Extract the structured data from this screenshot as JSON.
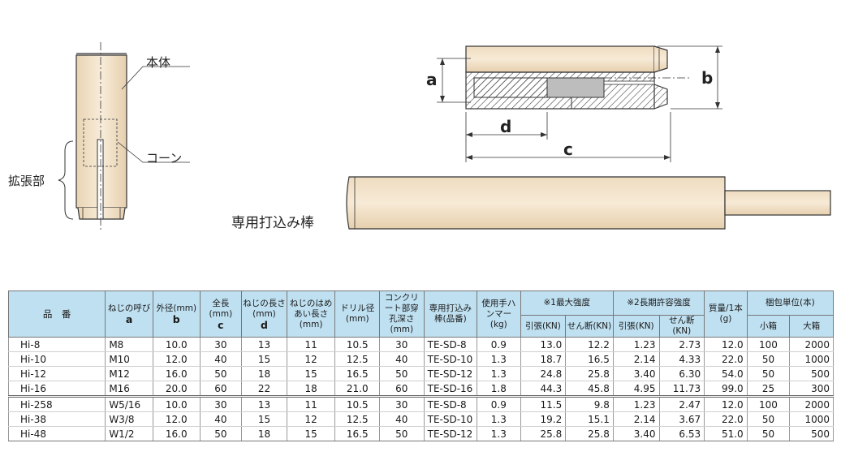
{
  "diagram": {
    "labels": {
      "body": "本体",
      "cone": "コーン",
      "expansion": "拡張部",
      "rod": "専用打込み棒"
    },
    "dims": {
      "a": "a",
      "b": "b",
      "c": "c",
      "d": "d"
    }
  },
  "table": {
    "headers": {
      "product": "品　番",
      "thread_name": "ねじの呼び",
      "thread_sym": "a",
      "outer_dia": "外径(mm)",
      "outer_sym": "b",
      "length": "全長(mm)",
      "length_sym": "c",
      "thread_len": "ねじの長さ(mm)",
      "thread_len_sym": "d",
      "engage": "ねじのはめあい長さ(mm)",
      "drill": "ドリル径(mm)",
      "depth": "コンクリート部穿孔深さ(mm)",
      "rod": "専用打込み棒(品番)",
      "hammer": "使用手ハンマー(kg)",
      "max_strength": "※1最大強度",
      "allow_strength": "※2長期許容強度",
      "tension": "引張(KN)",
      "shear": "せん断(KN)",
      "weight": "質量/1本(g)",
      "pack": "梱包単位(本)",
      "small": "小箱",
      "large": "大箱"
    },
    "rows": [
      {
        "name": "Hi-8",
        "thread": "M8",
        "b": "10.0",
        "c": "30",
        "d": "13",
        "engage": "11",
        "drill": "10.5",
        "depth": "30",
        "rod": "TE-SD-8",
        "hammer": "0.9",
        "max_t": "13.0",
        "max_s": "12.2",
        "al_t": "1.23",
        "al_s": "2.73",
        "weight": "12.0",
        "small": "100",
        "large": "2000"
      },
      {
        "name": "Hi-10",
        "thread": "M10",
        "b": "12.0",
        "c": "40",
        "d": "15",
        "engage": "12",
        "drill": "12.5",
        "depth": "40",
        "rod": "TE-SD-10",
        "hammer": "1.3",
        "max_t": "18.7",
        "max_s": "16.5",
        "al_t": "2.14",
        "al_s": "4.33",
        "weight": "22.0",
        "small": "50",
        "large": "1000"
      },
      {
        "name": "Hi-12",
        "thread": "M12",
        "b": "16.0",
        "c": "50",
        "d": "18",
        "engage": "15",
        "drill": "16.5",
        "depth": "50",
        "rod": "TE-SD-12",
        "hammer": "1.3",
        "max_t": "24.8",
        "max_s": "25.8",
        "al_t": "3.40",
        "al_s": "6.30",
        "weight": "54.0",
        "small": "50",
        "large": "500"
      },
      {
        "name": "Hi-16",
        "thread": "M16",
        "b": "20.0",
        "c": "60",
        "d": "22",
        "engage": "18",
        "drill": "21.0",
        "depth": "60",
        "rod": "TE-SD-16",
        "hammer": "1.8",
        "max_t": "44.3",
        "max_s": "45.8",
        "al_t": "4.95",
        "al_s": "11.73",
        "weight": "99.0",
        "small": "25",
        "large": "300"
      },
      {
        "name": "Hi-258",
        "thread": "W5/16",
        "b": "10.0",
        "c": "30",
        "d": "13",
        "engage": "11",
        "drill": "10.5",
        "depth": "30",
        "rod": "TE-SD-8",
        "hammer": "0.9",
        "max_t": "11.5",
        "max_s": "9.8",
        "al_t": "1.23",
        "al_s": "2.47",
        "weight": "12.0",
        "small": "100",
        "large": "2000"
      },
      {
        "name": "Hi-38",
        "thread": "W3/8",
        "b": "12.0",
        "c": "40",
        "d": "15",
        "engage": "12",
        "drill": "12.5",
        "depth": "40",
        "rod": "TE-SD-10",
        "hammer": "1.3",
        "max_t": "19.2",
        "max_s": "15.1",
        "al_t": "2.14",
        "al_s": "3.67",
        "weight": "22.0",
        "small": "50",
        "large": "1000"
      },
      {
        "name": "Hi-48",
        "thread": "W1/2",
        "b": "16.0",
        "c": "50",
        "d": "18",
        "engage": "15",
        "drill": "16.5",
        "depth": "50",
        "rod": "TE-SD-12",
        "hammer": "1.3",
        "max_t": "25.8",
        "max_s": "25.8",
        "al_t": "3.40",
        "al_s": "6.53",
        "weight": "51.0",
        "small": "50",
        "large": "500"
      }
    ]
  }
}
